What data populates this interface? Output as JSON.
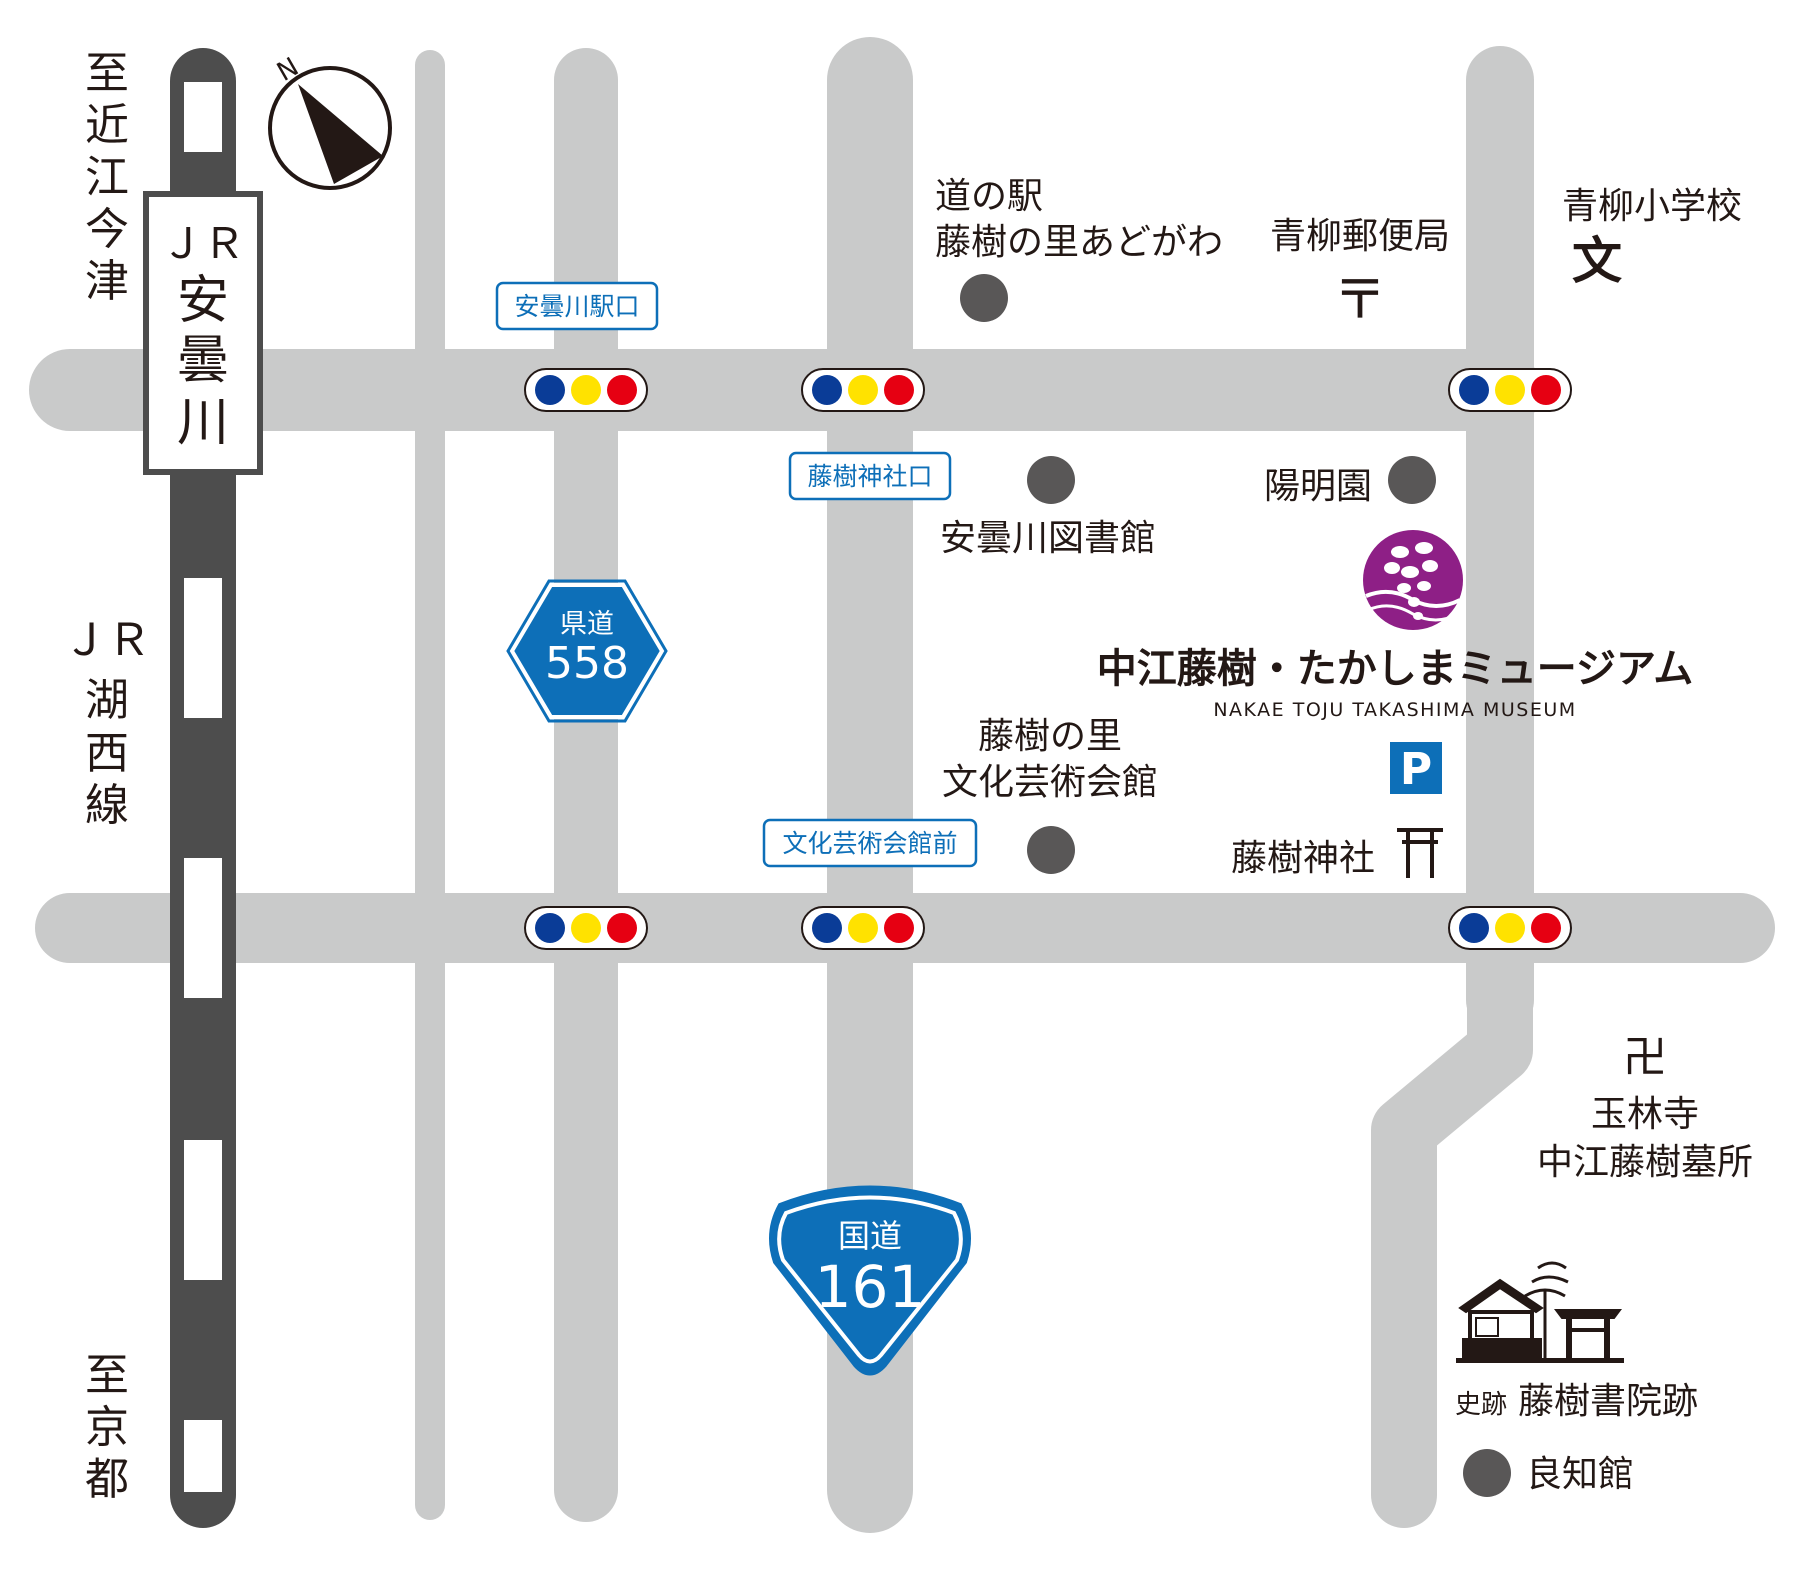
{
  "compass": {
    "north_letter": "N"
  },
  "station": {
    "line1": "ＪＲ",
    "line2": "安",
    "line3": "曇",
    "line4": "川"
  },
  "directions": {
    "north": [
      "至",
      "近",
      "江",
      "今",
      "津"
    ],
    "south": [
      "至",
      "京",
      "都"
    ]
  },
  "railway": {
    "label": [
      "ＪＲ",
      "湖",
      "西",
      "線"
    ]
  },
  "bus_stops": {
    "adogawa_eki": "安曇川駅口",
    "toju_jinja": "藤樹神社口",
    "bunka_kaikan": "文化芸術会館前"
  },
  "prefectural_route": {
    "label": "県道",
    "number": "558"
  },
  "national_route": {
    "label": "国道",
    "number": "161"
  },
  "landmarks": {
    "michinoeki_line1": "道の駅",
    "michinoeki_line2": "藤樹の里あどがわ",
    "post_office": "青柳郵便局",
    "post_office_symbol": "〒",
    "school": "青柳小学校",
    "school_symbol": "文",
    "library": "安曇川図書館",
    "yomeien": "陽明園",
    "culture_hall_line1": "藤樹の里",
    "culture_hall_line2": "文化芸術会館",
    "parking": "P",
    "shrine": "藤樹神社",
    "temple_symbol": "卍",
    "temple_line1": "玉林寺",
    "temple_line2": "中江藤樹墓所",
    "historic_prefix": "史跡",
    "historic_site": "藤樹書院跡",
    "ryochikan": "良知館"
  },
  "museum": {
    "name_jp": "中江藤樹・たかしまミュージアム",
    "name_en": "NAKAE TOJU TAKASHIMA MUSEUM"
  },
  "colors": {
    "road": "#c9caca",
    "rail_dark": "#4d4d4d",
    "route_blue": "#0d6fb8",
    "landmark_dot": "#595757",
    "museum_purple": "#8e1f86",
    "signal_blue": "#0a3c97",
    "signal_yellow": "#ffe200",
    "signal_red": "#e60012"
  }
}
